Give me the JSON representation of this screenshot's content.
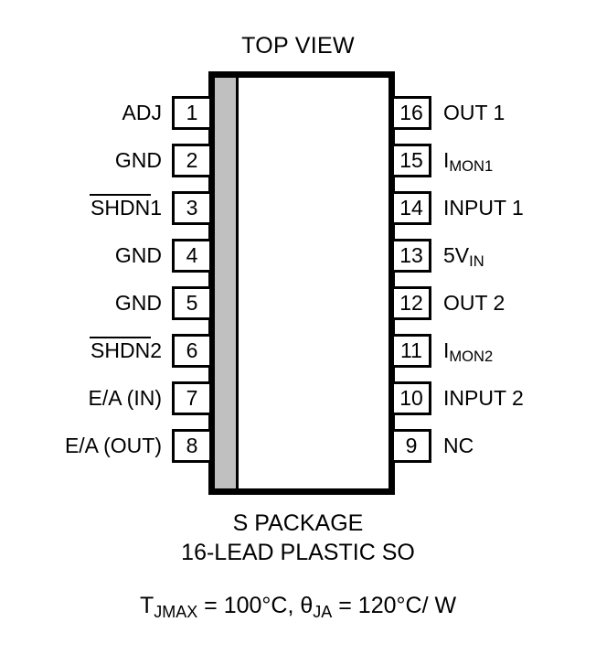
{
  "diagram": {
    "title": "TOP VIEW",
    "package_name": "S PACKAGE",
    "package_desc": "16-LEAD PLASTIC SO",
    "thermal": {
      "t_symbol": "T",
      "t_subscript": "JMAX",
      "t_value": " = 100°C, ",
      "theta_symbol": "θ",
      "theta_subscript": "JA",
      "theta_value": " = 120°C/ W",
      "full_text": "TJMAX = 100°C, θJA = 120°C/ W"
    },
    "colors": {
      "body_fill": "#ffffff",
      "body_border": "#000000",
      "stripe": "#c0c0c0",
      "text": "#000000"
    },
    "pins_left": [
      {
        "number": "1",
        "label": "ADJ",
        "overline": false,
        "sub": ""
      },
      {
        "number": "2",
        "label": "GND",
        "overline": false,
        "sub": ""
      },
      {
        "number": "3",
        "label": "SHDN",
        "overline": true,
        "sub": "",
        "suffix": "1"
      },
      {
        "number": "4",
        "label": "GND",
        "overline": false,
        "sub": ""
      },
      {
        "number": "5",
        "label": "GND",
        "overline": false,
        "sub": ""
      },
      {
        "number": "6",
        "label": "SHDN",
        "overline": true,
        "sub": "",
        "suffix": "2"
      },
      {
        "number": "7",
        "label": "E/A (IN)",
        "overline": false,
        "sub": ""
      },
      {
        "number": "8",
        "label": "E/A (OUT)",
        "overline": false,
        "sub": ""
      }
    ],
    "pins_right": [
      {
        "number": "16",
        "label": "OUT 1",
        "overline": false,
        "sub": "",
        "suffix": ""
      },
      {
        "number": "15",
        "label": "I",
        "overline": false,
        "sub": "MON1",
        "suffix": ""
      },
      {
        "number": "14",
        "label": "INPUT 1",
        "overline": false,
        "sub": "",
        "suffix": ""
      },
      {
        "number": "13",
        "label": "5V",
        "overline": false,
        "sub": "IN",
        "suffix": ""
      },
      {
        "number": "12",
        "label": "OUT 2",
        "overline": false,
        "sub": "",
        "suffix": ""
      },
      {
        "number": "11",
        "label": "I",
        "overline": false,
        "sub": "MON2",
        "suffix": ""
      },
      {
        "number": "10",
        "label": "INPUT 2",
        "overline": false,
        "sub": "",
        "suffix": ""
      },
      {
        "number": "9",
        "label": "NC",
        "overline": false,
        "sub": "",
        "suffix": ""
      }
    ]
  }
}
